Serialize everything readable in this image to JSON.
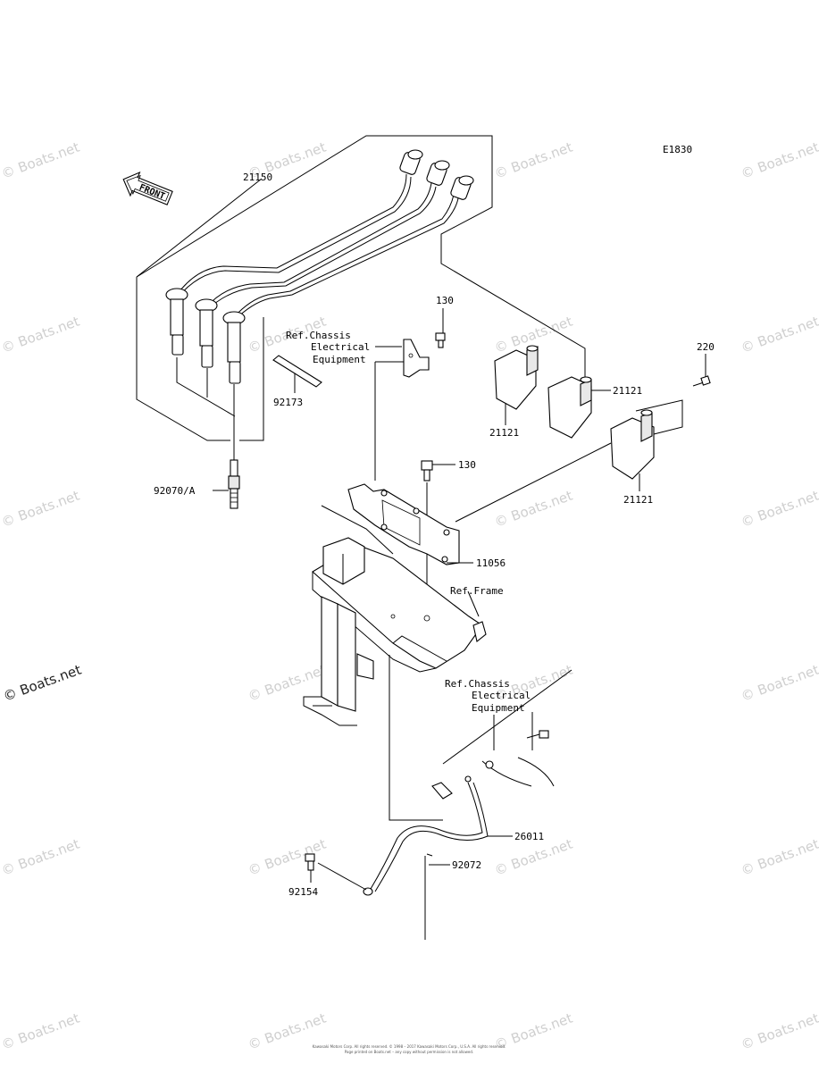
{
  "diagram_code": "E1830",
  "front_arrow_label": "FRONT",
  "part_numbers": {
    "p21150": "21150",
    "p130_top": "130",
    "p130_mid": "130",
    "p220": "220",
    "p21121_a": "21121",
    "p21121_b": "21121",
    "p21121_c": "21121",
    "p92173": "92173",
    "p92070": "92070/A",
    "p11056": "11056",
    "p26011": "26011",
    "p92072": "92072",
    "p92154": "92154"
  },
  "references": {
    "chassis_top": [
      "Ref.Chassis",
      "Electrical",
      "Equipment"
    ],
    "frame": "Ref.Frame",
    "chassis_bottom": [
      "Ref.Chassis",
      "Electrical",
      "Equipment"
    ]
  },
  "watermark": "© Boats.net",
  "footer": [
    "Kawasaki Motors Corp. All rights reserved. © 1998 – 2017 Kawasaki Motors Corp., U.S.A. All rights reserved.",
    "Page printed on Boats.net – any copy without permission is not allowed."
  ]
}
